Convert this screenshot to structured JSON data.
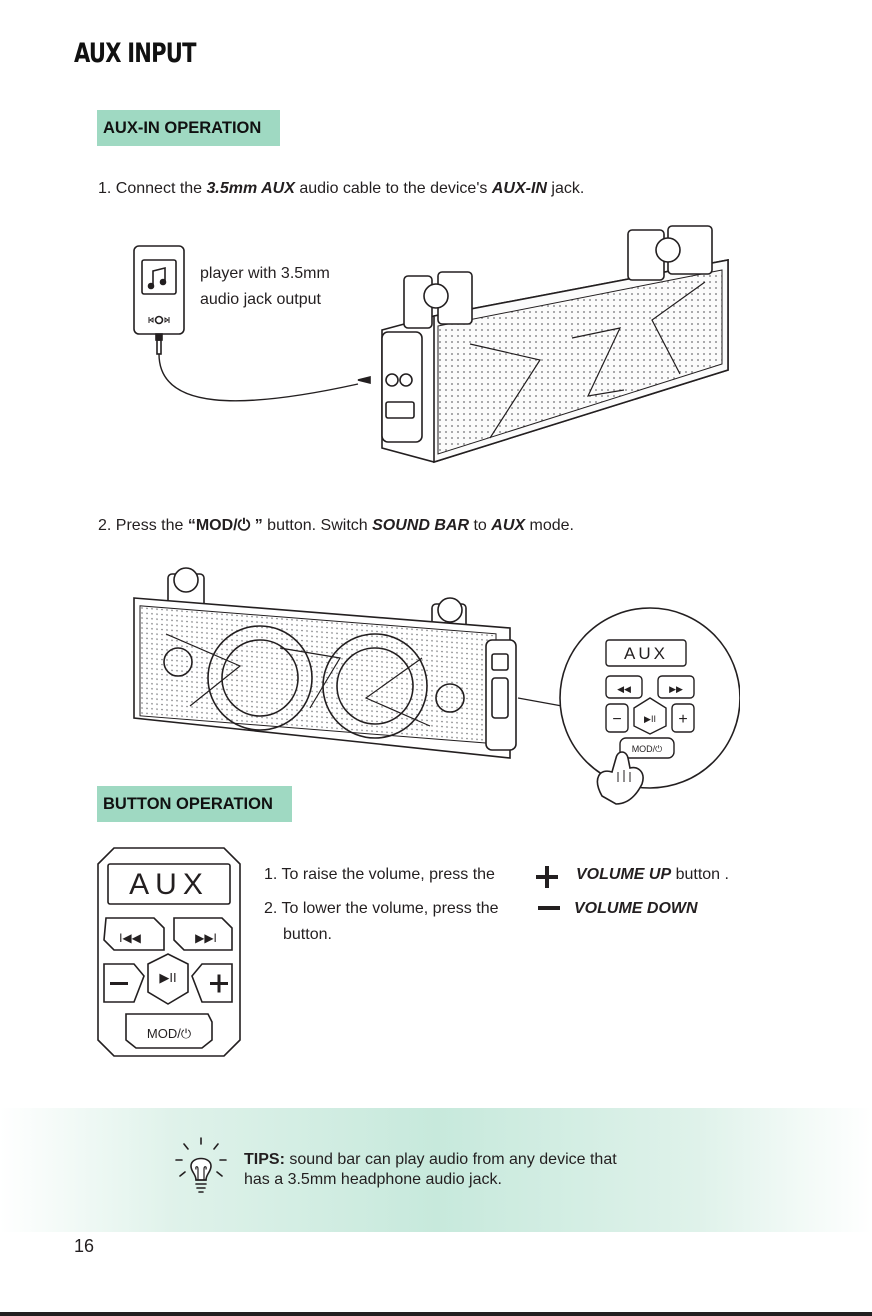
{
  "page_title": "AUX INPUT",
  "section1": {
    "badge": "AUX-IN OPERATION",
    "step1": {
      "num": "1.",
      "t1": "Connect the",
      "b1": "3.5mm AUX",
      "t2": "audio cable to the device's",
      "b2": "AUX-IN",
      "t3": "jack."
    },
    "player_label_line1": "player with 3.5mm",
    "player_label_line2": "audio jack output",
    "step2": {
      "num": "2.",
      "t1": "Press the",
      "b1": "“MOD/⏻ ”",
      "t2": "button. Switch",
      "b2": "SOUND BAR",
      "t3": "to",
      "b3": "AUX",
      "t4": "mode."
    },
    "zoom_display": "AUX",
    "zoom_mod": "MOD/⏻"
  },
  "section2": {
    "badge": "BUTTON OPERATION",
    "panel_display": "AUX",
    "panel_mod": "MOD/⏻",
    "line1": {
      "text": "1. To raise the volume, press the",
      "icon": "plus-icon",
      "bold": "VOLUME UP",
      "tail": "button ."
    },
    "line2": {
      "text": "2. To lower the volume, press the",
      "icon": "minus-icon",
      "bold": "VOLUME DOWN",
      "tail": "button."
    }
  },
  "tips": {
    "label": "TIPS:",
    "line1": "sound bar can play audio from any device that",
    "line2": "has a 3.5mm headphone audio jack."
  },
  "page_number": "16",
  "colors": {
    "badge": "#9fd9c2",
    "tips_band": "#c7e9dc",
    "ink": "#231f20"
  }
}
